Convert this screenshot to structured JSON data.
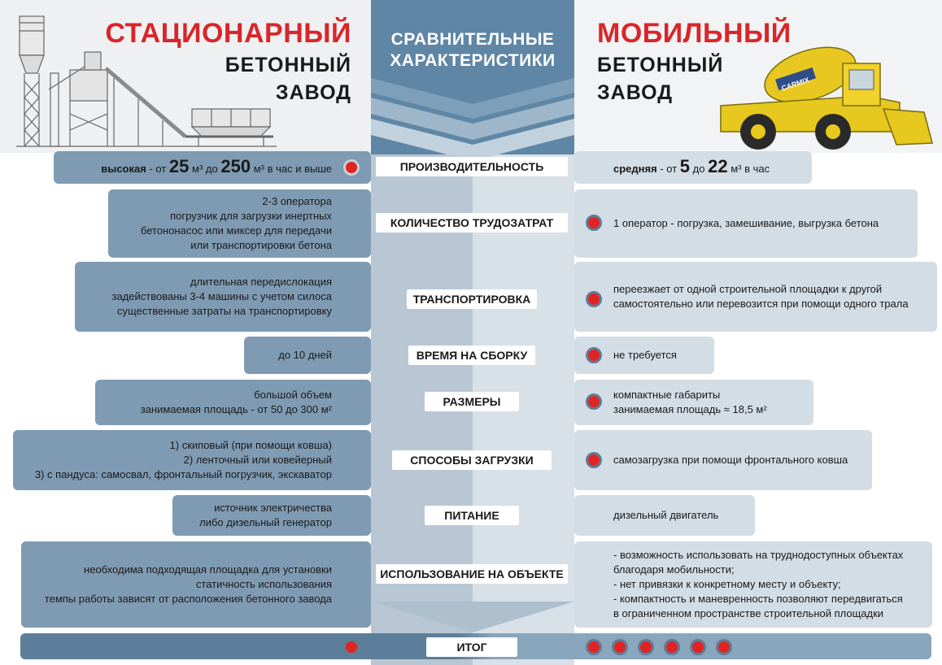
{
  "header": {
    "left_title_1": "СТАЦИОНАРНЫЙ",
    "left_title_2": "БЕТОННЫЙ",
    "left_title_3": "ЗАВОД",
    "center_title_1": "СРАВНИТЕЛЬНЫЕ",
    "center_title_2": "ХАРАКТЕРИСТИКИ",
    "right_title_1": "МОБИЛЬНЫЙ",
    "right_title_2": "БЕТОННЫЙ",
    "right_title_3": "ЗАВОД",
    "truck_badge": "CARMIX",
    "colors": {
      "accent_red": "#d8262a",
      "center_blue": "#5f86a5",
      "row_dark": "#7f9bb3",
      "row_light": "#d3dde5"
    }
  },
  "rows": {
    "productivity": {
      "label": "ПРОИЗВОДИТЕЛЬНОСТЬ",
      "left": {
        "word": "высокая",
        "from": "- от",
        "v1": "25",
        "unit1": "м³ до",
        "v2": "250",
        "unit2": "м³ в час и выше"
      },
      "right": {
        "word": "средняя",
        "from": "- от",
        "v1": "5",
        "mid": "до",
        "v2": "22",
        "unit2": "м³ в час"
      }
    },
    "labor": {
      "label": "КОЛИЧЕСТВО ТРУДОЗАТРАТ",
      "left": [
        "2-3 оператора",
        "погрузчик для загрузки инертных",
        "бетононасос или миксер для передачи",
        "или транспортировки бетона"
      ],
      "right": [
        "1 оператор - погрузка, замешивание, выгрузка бетона"
      ]
    },
    "transport": {
      "label": "ТРАНСПОРТИРОВКА",
      "left": [
        "длительная передислокация",
        "задействованы 3-4 машины с учетом силоса",
        "существенные затраты на транспортировку"
      ],
      "right": [
        "переезжает от одной строительной площадки к другой",
        "самостоятельно или перевозится при помощи одного трала"
      ]
    },
    "assembly": {
      "label": "ВРЕМЯ НА СБОРКУ",
      "left": [
        "до 10 дней"
      ],
      "right": [
        "не требуется"
      ]
    },
    "size": {
      "label": "РАЗМЕРЫ",
      "left": [
        "большой объем",
        "занимаемая площадь - от 50 до 300 м²"
      ],
      "right": [
        "компактные габариты",
        "занимаемая площадь ≈ 18,5 м²"
      ]
    },
    "loading": {
      "label": "СПОСОБЫ ЗАГРУЗКИ",
      "left": [
        "1) скиповый (при помощи ковша)",
        "2) ленточный или ковейерный",
        "3) с пандуса: самосвал, фронтальный погрузчик, экскаватор"
      ],
      "right": [
        "самозагрузка при помощи фронтального ковша"
      ]
    },
    "power": {
      "label": "ПИТАНИЕ",
      "left": [
        "источник электричества",
        "либо дизельный генератор"
      ],
      "right": [
        "дизельный двигатель"
      ]
    },
    "usage": {
      "label": "ИСПОЛЬЗОВАНИЕ НА ОБЪЕКТЕ",
      "left": [
        "необходима подходящая площадка для установки",
        "статичность использования",
        "темпы работы зависят от расположения бетонного завода"
      ],
      "right": [
        "- возможность использовать на труднодоступных объектах",
        "благодаря мобильности;",
        "- нет привязки к конкретному месту и объекту;",
        "- компактность и маневренность позволяют передвигаться",
        "в ограниченном пространстве строительной площадки"
      ]
    }
  },
  "summary": {
    "label": "ИТОГ",
    "left_score": 1,
    "right_score": 6
  }
}
